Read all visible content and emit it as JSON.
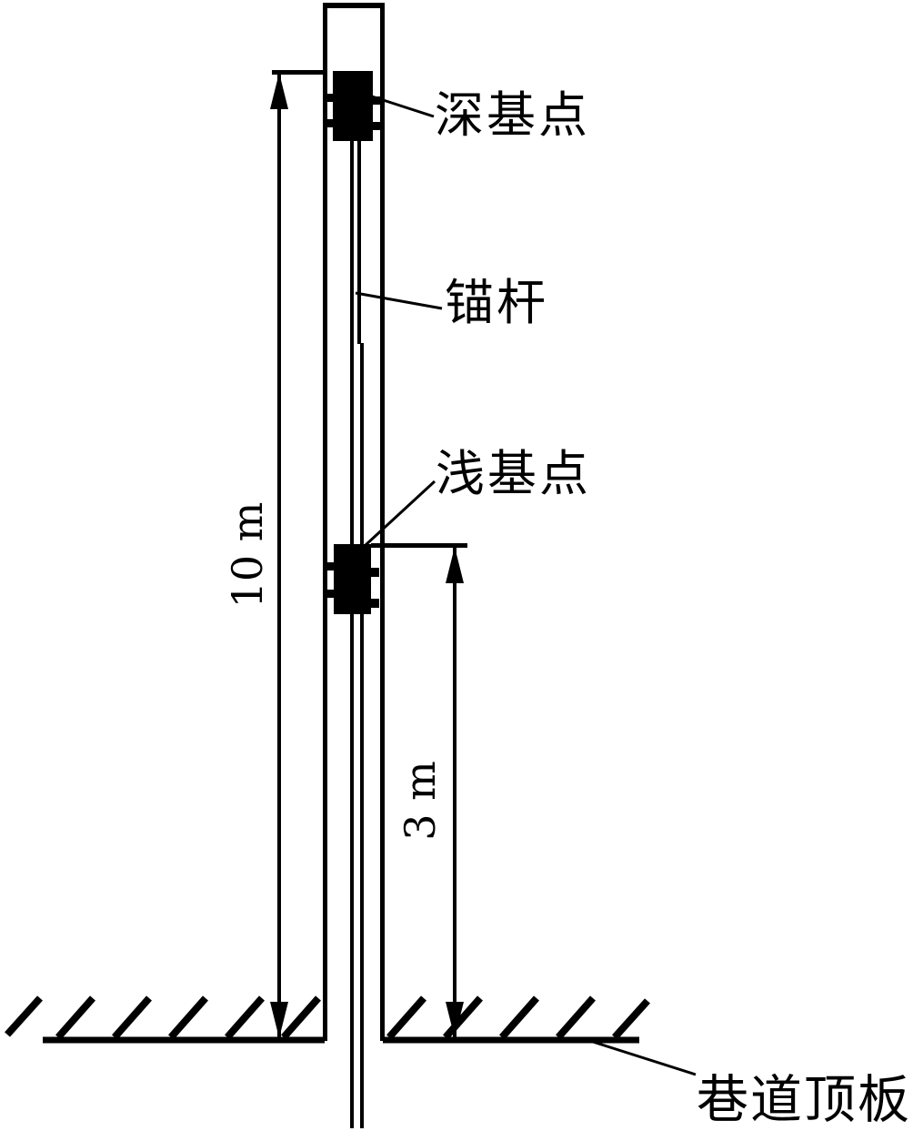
{
  "diagram": {
    "title_context": "borehole multi-point roof displacement monitoring diagram",
    "labels": {
      "deep_point": "深基点",
      "anchor_rod": "锚杆",
      "shallow_point": "浅基点",
      "roof": "巷道顶板"
    },
    "dimensions": {
      "deep_depth": "10 m",
      "shallow_depth": "3 m"
    },
    "colors": {
      "line": "#000000",
      "background": "#ffffff",
      "marker_fill": "#000000"
    }
  }
}
